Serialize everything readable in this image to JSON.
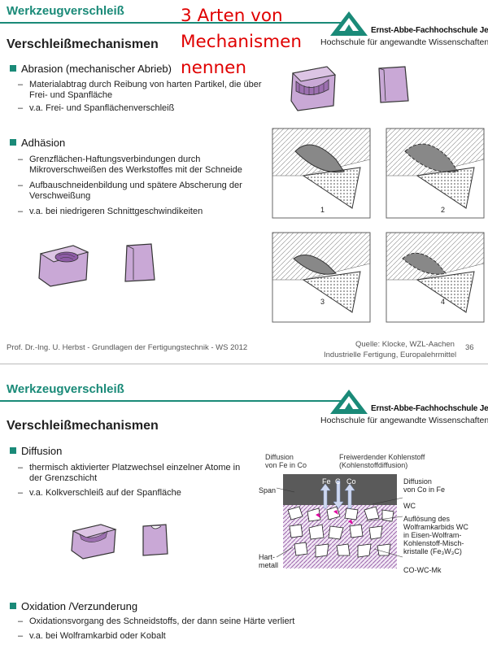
{
  "slide1": {
    "title": "Werkzeugverschleiß",
    "section": "Verschleißmechanismen",
    "annotation": "3 Arten von\nMechanismen\nnennen",
    "logo": {
      "name": "Ernst-Abbe-Fachhochschule Jena",
      "subtitle": "Hochschule für angewandte Wissenschaften"
    },
    "bullets": [
      {
        "label": "Abrasion (mechanischer Abrieb)",
        "items": [
          "Materialabtrag durch Reibung von harten Partikel, die über Frei- und Spanfläche",
          "v.a. Frei- und Spanflächenverschleiß"
        ]
      },
      {
        "label": "Adhäsion",
        "items": [
          "Grenzflächen-Haftungsverbindungen durch Mikroverschweißen des Werkstoffes mit der Schneide",
          "Aufbauschneidenbildung und spätere Abscherung der Verschweißung",
          "v.a. bei niedrigeren Schnittgeschwindikeiten"
        ]
      }
    ],
    "panel_numbers": [
      "1",
      "2",
      "3",
      "4"
    ],
    "footer_left": "Prof. Dr.-Ing. U. Herbst  -  Grundlagen der Fertigungstechnik  -  WS 2012",
    "footer_source_1": "Quelle: Klocke, WZL-Aachen",
    "footer_source_2": "Industrielle Fertigung, Europalehrmittel",
    "page_number": "36"
  },
  "slide2": {
    "title": "Werkzeugverschleiß",
    "section": "Verschleißmechanismen",
    "logo": {
      "name": "Ernst-Abbe-Fachhochschule Jena",
      "subtitle": "Hochschule für angewandte Wissenschaften"
    },
    "bullets": [
      {
        "label": "Diffusion",
        "items": [
          "thermisch aktivierter Platzwechsel einzelner Atome in der Grenzschicht",
          "v.a. Kolkverschleiß auf der Spanfläche"
        ]
      },
      {
        "label": "Oxidation /Verzunderung",
        "items": [
          "Oxidationsvorgang des Schneidstoffs, der dann seine Härte verliert",
          "v.a. bei Wolframkarbid oder Kobalt"
        ]
      }
    ],
    "diagram": {
      "diff_fe_co": "Diffusion\nvon Fe in Co",
      "free_c": "Freiwerdender Kohlenstoff\n(Kohlenstoffdiffusion)",
      "span": "Span",
      "fe": "Fe",
      "c": "C",
      "co": "Co",
      "diff_co_fe": "Diffusion\nvon Co in Fe",
      "wc": "WC",
      "dissolution": "Auflösung des\nWolframkarbids WC\nin Eisen-Wolfram-\nKohlenstoff-Misch-\nkristalle (Fe₃W₃C)",
      "hartmetall": "Hart-\nmetall",
      "cowc": "CO-WC-Mk"
    }
  },
  "colors": {
    "accent": "#1a8a78",
    "annotation": "#e00000",
    "tool": "#c9a8d6"
  }
}
